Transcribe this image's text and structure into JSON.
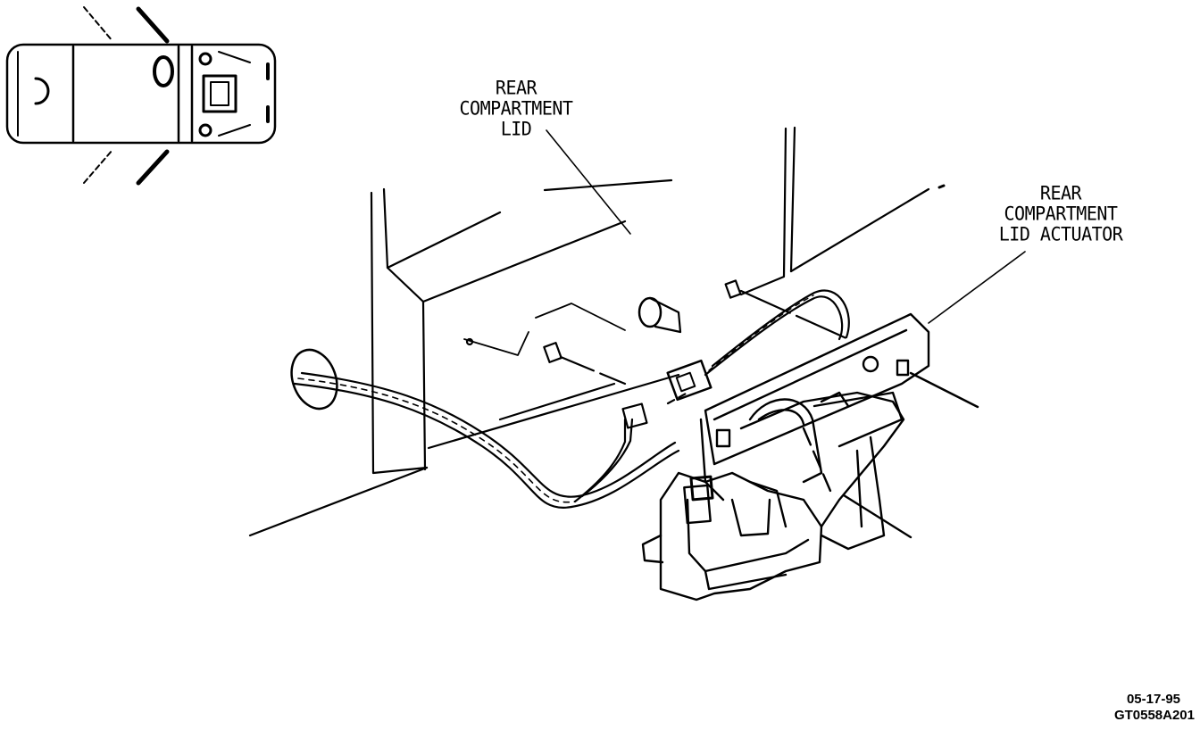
{
  "labels": {
    "rear_compartment_lid": [
      "REAR",
      "COMPARTMENT",
      "LID"
    ],
    "rear_compartment_lid_actuator": [
      "REAR",
      "COMPARTMENT",
      "LID ACTUATOR"
    ]
  },
  "footer": {
    "date": "05-17-95",
    "figure_id": "GT0558A201"
  }
}
